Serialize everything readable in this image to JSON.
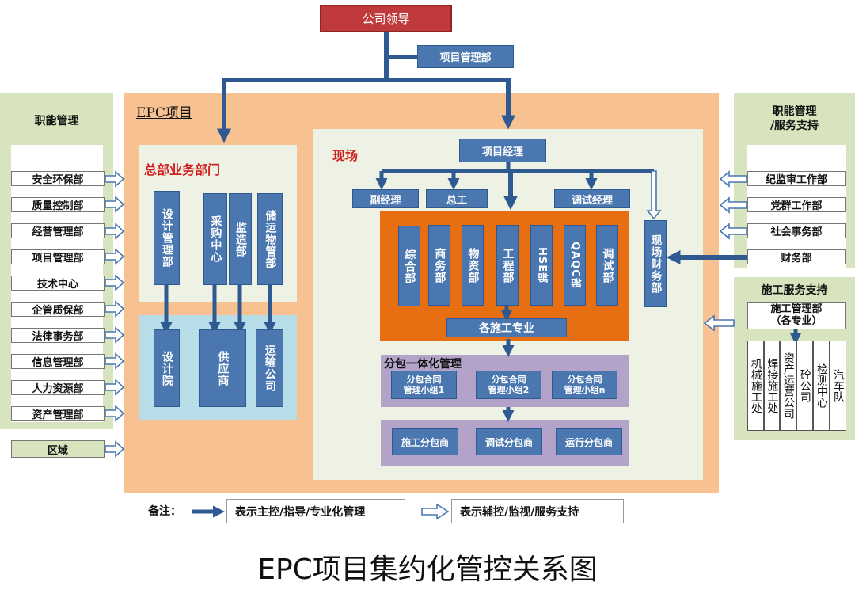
{
  "top": {
    "leader": "公司领导",
    "pm_dept": "项目管理部"
  },
  "left_panel": {
    "title": "职能管理",
    "items": [
      "安全环保部",
      "质量控制部",
      "经营管理部",
      "项目管理部",
      "技术中心",
      "企管质保部",
      "法律事务部",
      "信息管理部",
      "人力资源部",
      "资产管理部"
    ],
    "region": "区域"
  },
  "right_panel": {
    "title_line1": "职能管理",
    "title_line2": "/服务支持",
    "items": [
      "纪监审工作部",
      "党群工作部",
      "社会事务部",
      "财务部"
    ]
  },
  "service_panel": {
    "title": "施工服务支持",
    "dept_line1": "施工管理部",
    "dept_line2": "（各专业）",
    "units": [
      "机械施工处",
      "焊接施工处",
      "资产运营公司",
      "砼公司",
      "检测中心",
      "汽车队"
    ]
  },
  "epc": {
    "title": "EPC项目",
    "hq": {
      "title": "总部业务部门",
      "depts": [
        "设计管理部",
        "采购中心",
        "监造部",
        "储运物管部"
      ],
      "partners": [
        "设计院",
        "供应商",
        "运输公司"
      ]
    },
    "site": {
      "title": "现场",
      "pm": "项目经理",
      "deputies": [
        "副经理",
        "总工",
        "调试经理"
      ],
      "finance": "现场财务部",
      "depts": [
        "综合部",
        "商务部",
        "物资部",
        "工程部",
        "HSE部",
        "QAQC部",
        "调试部"
      ],
      "specialties": "各施工专业",
      "sub_title": "分包一体化管理",
      "groups": [
        {
          "l1": "分包合同",
          "l2": "管理小组1"
        },
        {
          "l1": "分包合同",
          "l2": "管理小组2"
        },
        {
          "l1": "分包合同",
          "l2": "管理小组n"
        }
      ],
      "subcontractors": [
        "施工分包商",
        "调试分包商",
        "运行分包商"
      ]
    }
  },
  "legend": {
    "label": "备注：",
    "solid": "表示主控/指导/专业化管理",
    "hollow": "表示辅控/监视/服务支持"
  },
  "caption": "EPC项目集约化管控关系图",
  "colors": {
    "box_blue": "#4a77b0",
    "leader_red": "#c0393b",
    "epc_orange": "#f8c191",
    "site_bg": "#eef2e4",
    "dept_orange": "#e86e12",
    "sub_purple": "#b4a3c9",
    "panel_green": "#d7e4bd",
    "partner_blue": "#b6dde8"
  }
}
